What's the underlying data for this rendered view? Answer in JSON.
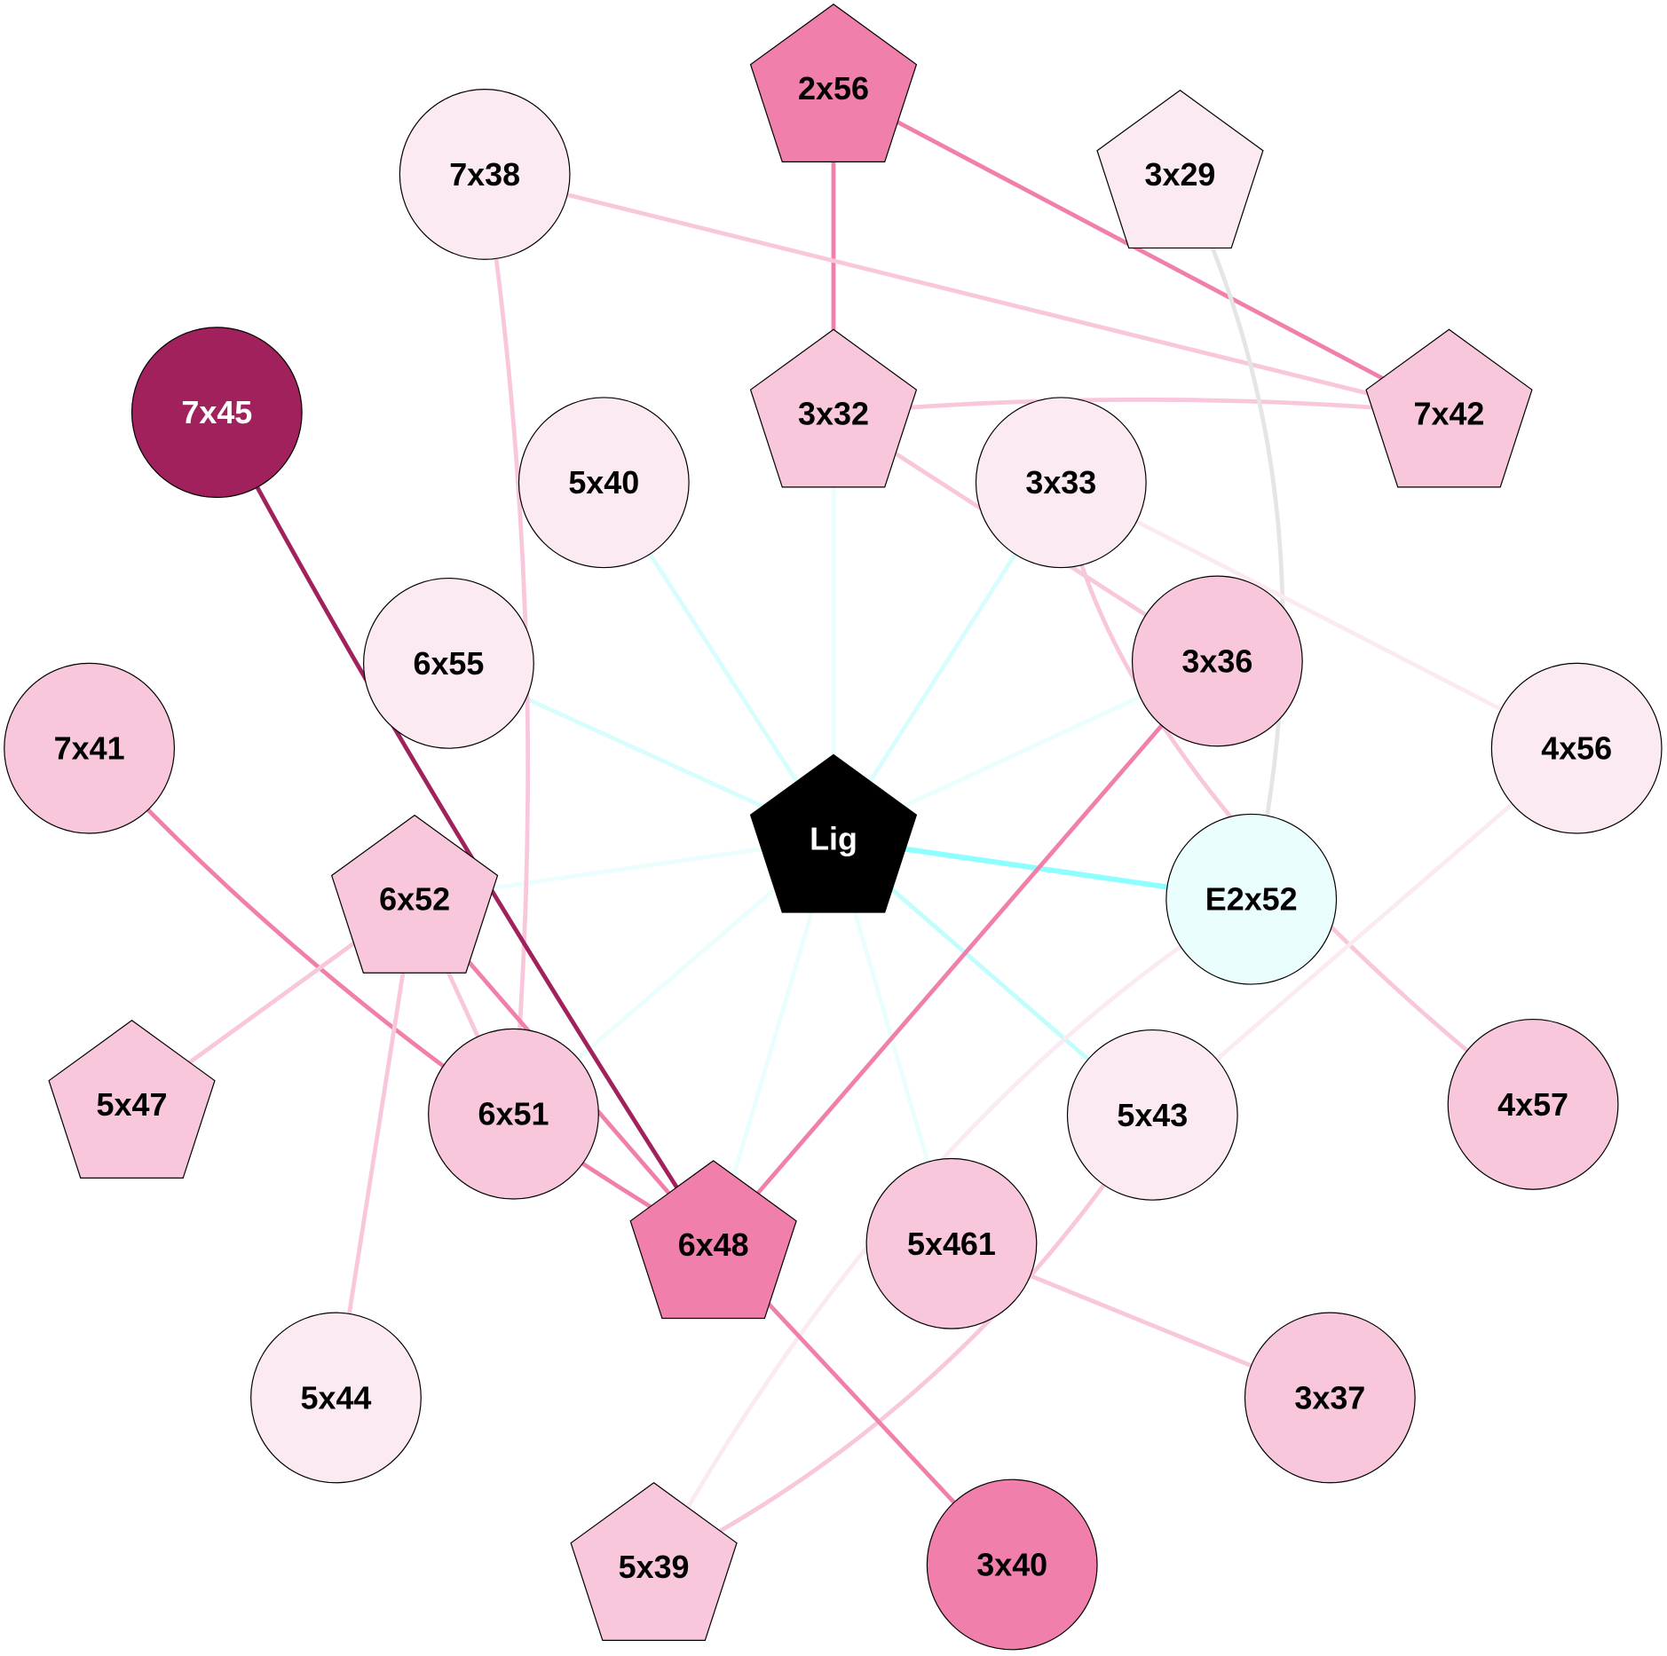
{
  "nodes": [
    {
      "id": "2x56",
      "label": "2x56",
      "shape": "pentagon",
      "fill": "#f07fab",
      "text": "#000000"
    },
    {
      "id": "7x38",
      "label": "7x38",
      "shape": "circle",
      "fill": "#fbeaf2",
      "text": "#000000"
    },
    {
      "id": "3x29",
      "label": "3x29",
      "shape": "pentagon",
      "fill": "#fbeaf2",
      "text": "#000000"
    },
    {
      "id": "7x45",
      "label": "7x45",
      "shape": "circle",
      "fill": "#a0215c",
      "text": "#ffffff"
    },
    {
      "id": "3x32",
      "label": "3x32",
      "shape": "pentagon",
      "fill": "#f8c7dc",
      "text": "#000000"
    },
    {
      "id": "7x42",
      "label": "7x42",
      "shape": "pentagon",
      "fill": "#f8c7dc",
      "text": "#000000"
    },
    {
      "id": "5x40",
      "label": "5x40",
      "shape": "circle",
      "fill": "#fbeaf2",
      "text": "#000000"
    },
    {
      "id": "3x33",
      "label": "3x33",
      "shape": "circle",
      "fill": "#fbeaf2",
      "text": "#000000"
    },
    {
      "id": "6x55",
      "label": "6x55",
      "shape": "circle",
      "fill": "#fbeaf2",
      "text": "#000000"
    },
    {
      "id": "3x36",
      "label": "3x36",
      "shape": "circle",
      "fill": "#f8c7dc",
      "text": "#000000"
    },
    {
      "id": "7x41",
      "label": "7x41",
      "shape": "circle",
      "fill": "#f8c7dc",
      "text": "#000000"
    },
    {
      "id": "4x56",
      "label": "4x56",
      "shape": "circle",
      "fill": "#fbeaf2",
      "text": "#000000"
    },
    {
      "id": "Lig",
      "label": "Lig",
      "shape": "pentagon",
      "fill": "#000000",
      "text": "#ffffff"
    },
    {
      "id": "6x52",
      "label": "6x52",
      "shape": "pentagon",
      "fill": "#f8c7dc",
      "text": "#000000"
    },
    {
      "id": "E2x52",
      "label": "E2x52",
      "shape": "circle",
      "fill": "#eafefe",
      "text": "#000000"
    },
    {
      "id": "5x47",
      "label": "5x47",
      "shape": "pentagon",
      "fill": "#f8c7dc",
      "text": "#000000"
    },
    {
      "id": "6x51",
      "label": "6x51",
      "shape": "circle",
      "fill": "#f8c7dc",
      "text": "#000000"
    },
    {
      "id": "5x43",
      "label": "5x43",
      "shape": "circle",
      "fill": "#fbeaf2",
      "text": "#000000"
    },
    {
      "id": "4x57",
      "label": "4x57",
      "shape": "circle",
      "fill": "#f8c7dc",
      "text": "#000000"
    },
    {
      "id": "6x48",
      "label": "6x48",
      "shape": "pentagon",
      "fill": "#f07fab",
      "text": "#000000"
    },
    {
      "id": "5x461",
      "label": "5x461",
      "shape": "circle",
      "fill": "#f8c7dc",
      "text": "#000000"
    },
    {
      "id": "5x44",
      "label": "5x44",
      "shape": "circle",
      "fill": "#fbeaf2",
      "text": "#000000"
    },
    {
      "id": "3x37",
      "label": "3x37",
      "shape": "circle",
      "fill": "#f8c7dc",
      "text": "#000000"
    },
    {
      "id": "5x39",
      "label": "5x39",
      "shape": "pentagon",
      "fill": "#f8c7dc",
      "text": "#000000"
    },
    {
      "id": "3x40",
      "label": "3x40",
      "shape": "circle",
      "fill": "#f07fab",
      "text": "#000000"
    }
  ],
  "edges": [
    {
      "source": "Lig",
      "target": "5x40",
      "color": "#d8fdfd"
    },
    {
      "source": "Lig",
      "target": "3x32",
      "color": "#eafefe"
    },
    {
      "source": "Lig",
      "target": "3x33",
      "color": "#d8fdfd"
    },
    {
      "source": "Lig",
      "target": "6x55",
      "color": "#d8fdfd"
    },
    {
      "source": "Lig",
      "target": "3x36",
      "color": "#eafefe"
    },
    {
      "source": "Lig",
      "target": "6x52",
      "color": "#eafefe"
    },
    {
      "source": "Lig",
      "target": "E2x52",
      "color": "#8effff"
    },
    {
      "source": "Lig",
      "target": "6x51",
      "color": "#eafefe"
    },
    {
      "source": "Lig",
      "target": "5x43",
      "color": "#c0fdfd"
    },
    {
      "source": "Lig",
      "target": "6x48",
      "color": "#eafefe"
    },
    {
      "source": "Lig",
      "target": "5x461",
      "color": "#eafefe"
    },
    {
      "source": "2x56",
      "target": "3x32",
      "color": "#f07fab"
    },
    {
      "source": "2x56",
      "target": "7x42",
      "color": "#f07fab"
    },
    {
      "source": "7x38",
      "target": "7x42",
      "color": "#f8c7dc"
    },
    {
      "source": "3x32",
      "target": "7x42",
      "color": "#f8c7dc"
    },
    {
      "source": "7x38",
      "target": "6x51",
      "color": "#f8c7dc"
    },
    {
      "source": "3x29",
      "target": "E2x52",
      "color": "#e5e5e5"
    },
    {
      "source": "7x45",
      "target": "6x48",
      "color": "#a0215c"
    },
    {
      "source": "3x32",
      "target": "3x36",
      "color": "#f8c7dc"
    },
    {
      "source": "3x33",
      "target": "4x56",
      "color": "#fbeaf2"
    },
    {
      "source": "3x33",
      "target": "4x57",
      "color": "#f8c7dc"
    },
    {
      "source": "3x36",
      "target": "6x48",
      "color": "#f07fab"
    },
    {
      "source": "7x41",
      "target": "6x48",
      "color": "#f07fab"
    },
    {
      "source": "6x52",
      "target": "6x51",
      "color": "#f8c7dc"
    },
    {
      "source": "6x52",
      "target": "6x48",
      "color": "#f07fab"
    },
    {
      "source": "6x52",
      "target": "5x47",
      "color": "#f8c7dc"
    },
    {
      "source": "6x52",
      "target": "5x44",
      "color": "#f8c7dc"
    },
    {
      "source": "E2x52",
      "target": "5x39",
      "color": "#fbeaf2"
    },
    {
      "source": "4x56",
      "target": "5x43",
      "color": "#fbeaf2"
    },
    {
      "source": "5x43",
      "target": "5x39",
      "color": "#f8c7dc"
    },
    {
      "source": "5x461",
      "target": "3x37",
      "color": "#f8c7dc"
    },
    {
      "source": "6x48",
      "target": "3x40",
      "color": "#f07fab"
    }
  ]
}
